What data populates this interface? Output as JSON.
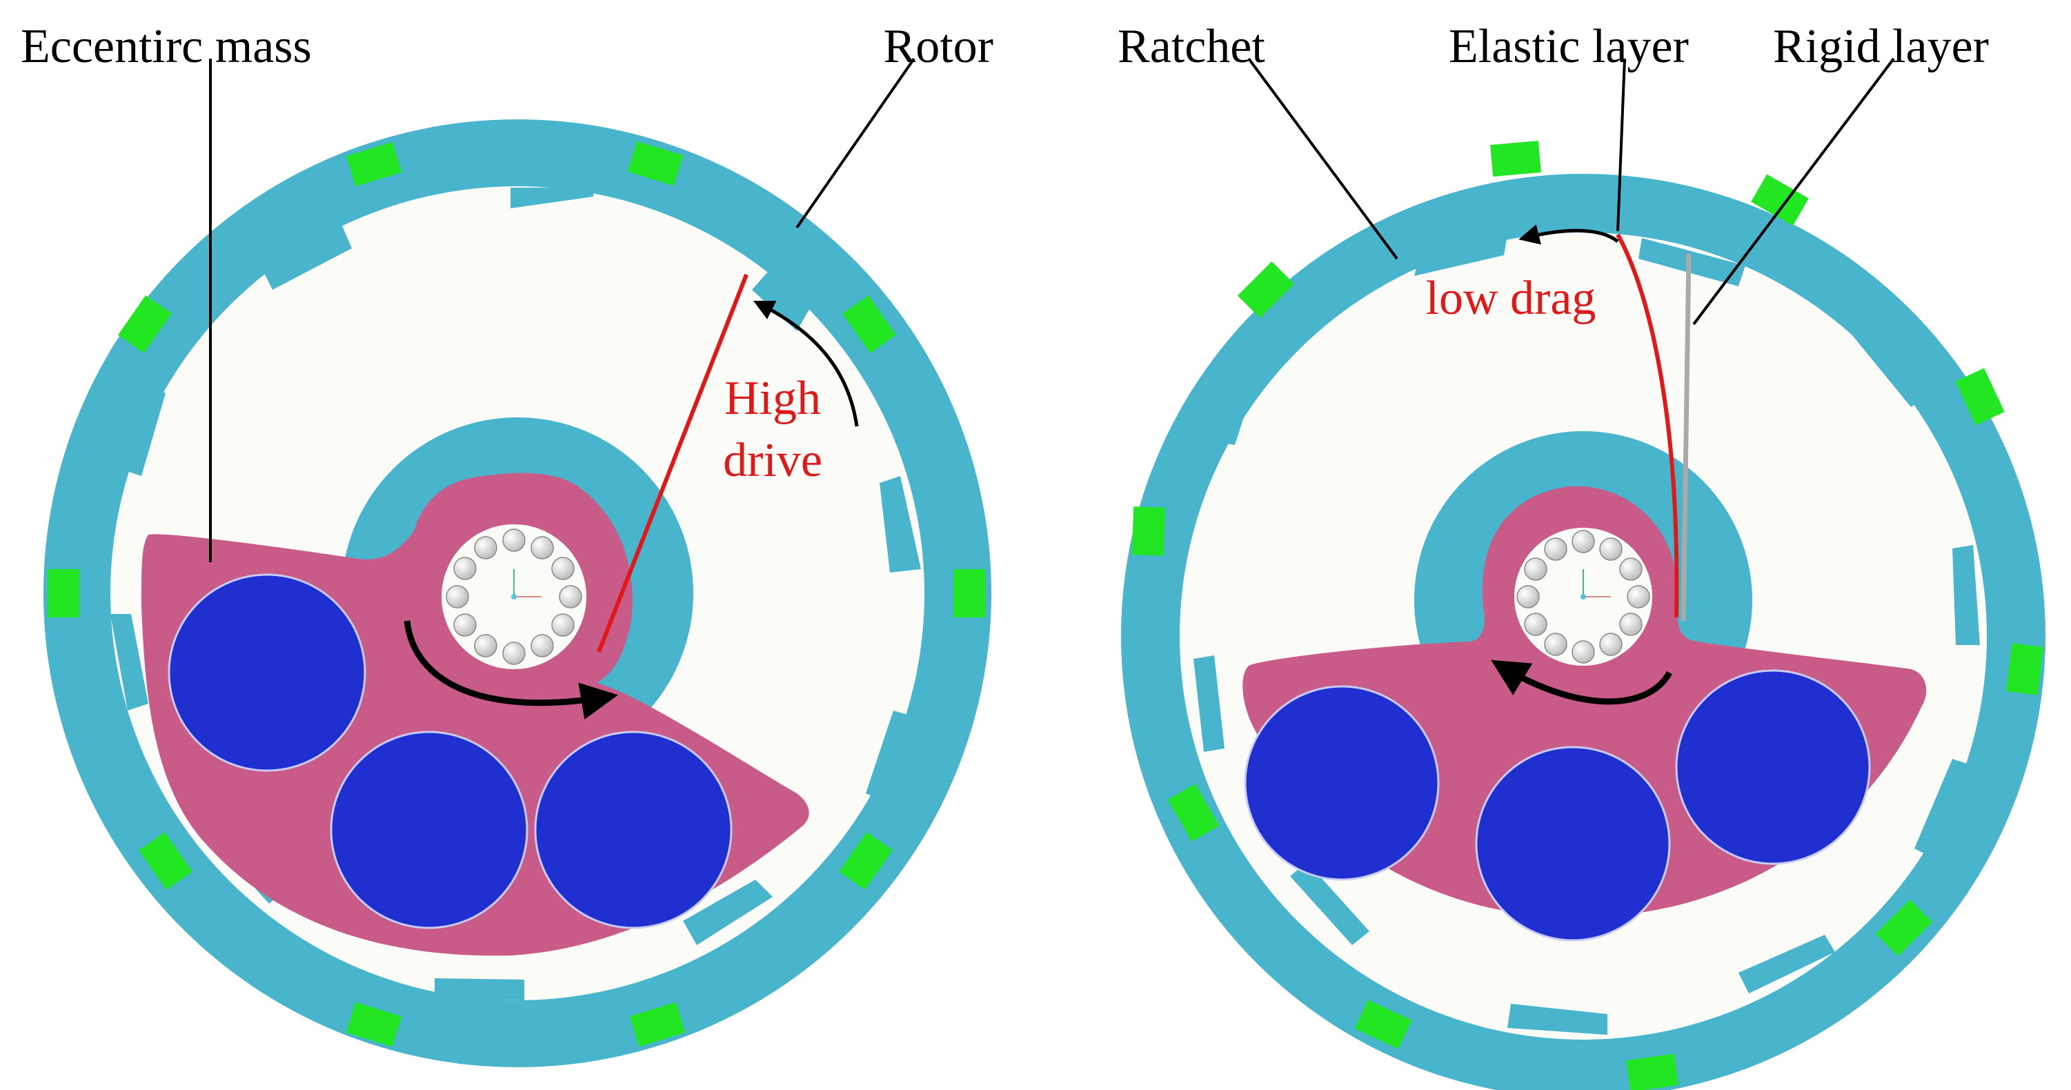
{
  "labels": {
    "eccentric_mass": "Eccentirc mass",
    "rotor": "Rotor",
    "ratchet": "Ratchet",
    "elastic_layer": "Elastic layer",
    "rigid_layer": "Rigid layer",
    "high_drive_line1": "High",
    "high_drive_line2": "drive",
    "low_drag": "low drag"
  },
  "colors": {
    "ring": "#48b5cc",
    "magnet": "#22e622",
    "mass_body": "#c95b89",
    "weight": "#1f2fd0",
    "interior": "#fbfbf7",
    "bearing_ball": "#e2e2e2",
    "drive_layer": "#e01818",
    "rigid_layer": "#aaaaaa",
    "leader": "#000000"
  },
  "icons": {
    "left_rotation_arrow": "clockwise-arrow-icon",
    "right_rotation_arrow": "counterclockwise-arrow-icon",
    "left_layer_arrow": "curved-arrow-icon",
    "right_layer_arrow": "curved-arrow-icon"
  }
}
